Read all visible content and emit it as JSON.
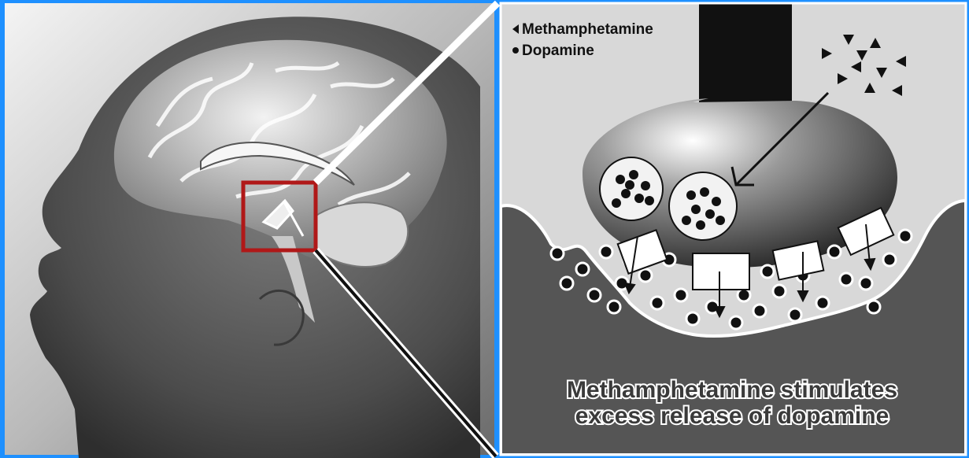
{
  "legend": {
    "items": [
      {
        "label": "Methamphetamine",
        "icon": "triangle-marker-icon"
      },
      {
        "label": "Dopamine",
        "icon": "dot-marker-icon"
      }
    ]
  },
  "caption": {
    "line1": "Methamphetamine stimulates",
    "line2": "excess release of dopamine"
  },
  "colors": {
    "frame": "#1e90ff",
    "highlight_box": "#b01818",
    "synapse_background": "#d8d8d8",
    "postsynaptic": "#555555"
  }
}
